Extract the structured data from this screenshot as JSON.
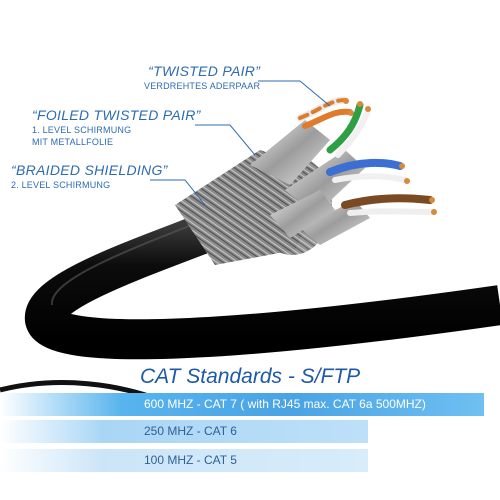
{
  "callouts": [
    {
      "title": "“TWISTED PAIR”",
      "sub": "VERDREHTES ADERPAAR"
    },
    {
      "title": "“FOILED TWISTED PAIR”",
      "sub": "1. LEVEL SCHIRMUNG",
      "sub2": "MIT METALLFOLIE"
    },
    {
      "title": "“BRAIDED SHIELDING”",
      "sub": "2. LEVEL SCHIRMUNG"
    }
  ],
  "panel": {
    "title": "CAT Standards - S/FTP",
    "rows": [
      "600 MHZ - CAT 7 ( with RJ45 max. CAT 6a 500MHZ)",
      "250 MHZ - CAT 6",
      "100 MHZ - CAT 5"
    ]
  },
  "colors": {
    "accent": "#2b6bb3",
    "cable_jacket": "#111111",
    "band_primary": "#49a3e4",
    "band_light": "#bde0f8"
  }
}
